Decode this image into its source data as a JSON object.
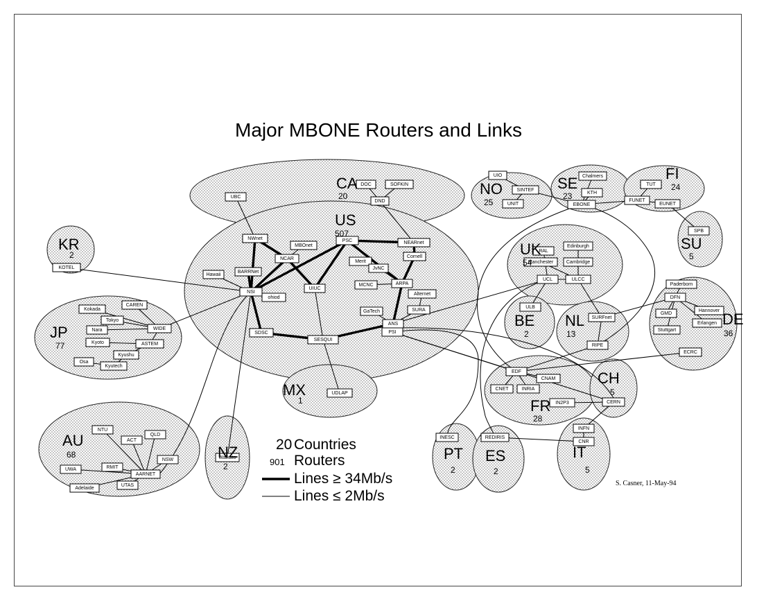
{
  "title": "Major MBONE Routers and Links",
  "credit": "S. Casner, 11-May-94",
  "legend": {
    "countries_count": "20",
    "countries_label": "Countries",
    "routers_count": "901",
    "routers_label": "Routers",
    "thick_label": "Lines ≥ 34Mb/s",
    "thin_label": "Lines ≤ 2Mb/s"
  },
  "regions": [
    {
      "code": "CA",
      "count": "20"
    },
    {
      "code": "US",
      "count": "507"
    },
    {
      "code": "KR",
      "count": "2"
    },
    {
      "code": "JP",
      "count": "77"
    },
    {
      "code": "AU",
      "count": "68"
    },
    {
      "code": "NZ",
      "count": "2"
    },
    {
      "code": "MX",
      "count": "1"
    },
    {
      "code": "NO",
      "count": "25"
    },
    {
      "code": "SE",
      "count": "23"
    },
    {
      "code": "FI",
      "count": "24"
    },
    {
      "code": "SU",
      "count": "5"
    },
    {
      "code": "UK",
      "count": "54"
    },
    {
      "code": "BE",
      "count": "2"
    },
    {
      "code": "NL",
      "count": "13"
    },
    {
      "code": "DE",
      "count": "36"
    },
    {
      "code": "FR",
      "count": "28"
    },
    {
      "code": "CH",
      "count": "5"
    },
    {
      "code": "PT",
      "count": "2"
    },
    {
      "code": "ES",
      "count": "2"
    },
    {
      "code": "IT",
      "count": "5"
    }
  ],
  "routers": [
    "UBC",
    "DOC",
    "SOFKIN",
    "DND",
    "NWnet",
    "NCAR",
    "MBOnet",
    "PSC",
    "NEARnet",
    "Cornell",
    "Merit",
    "JvNC",
    "ARPA",
    "Hawaii",
    "BARRNet",
    "NSI",
    "ohiod",
    "UIUC",
    "MCNC",
    "Alternet",
    "GaTech",
    "SURA",
    "ANS",
    "PSI",
    "SDSC",
    "SESQUI",
    "UDLAP",
    "KOTEL",
    "Kokada",
    "CAREN",
    "Tokyo",
    "Nara",
    "WIDE",
    "Kyoto",
    "ASTEM",
    "Kyushu",
    "Osa",
    "Kyutech",
    "NTU",
    "QLD",
    "ACT",
    "NSW",
    "RMIT",
    "UWA",
    "AARNET",
    "Adelaide",
    "UTAS",
    "Waikato",
    "UIO",
    "SINTEF",
    "UNIT",
    "Chalmers",
    "KTH",
    "EBONE",
    "TUT",
    "FUNET",
    "EUNET",
    "SPB",
    "RAL",
    "Edinburgh",
    "Manchester",
    "Cambridge",
    "UCL",
    "ULCC",
    "ULB",
    "SURFnet",
    "RIPE",
    "Paderborn",
    "DFN",
    "GMD",
    "Hannover",
    "Erlangen",
    "Stuttgart",
    "ECRC",
    "EDF",
    "CNAM",
    "CNET",
    "INRIA",
    "IN2P3",
    "CERN",
    "INESC",
    "REDIRIS",
    "INFN",
    "CNR"
  ]
}
